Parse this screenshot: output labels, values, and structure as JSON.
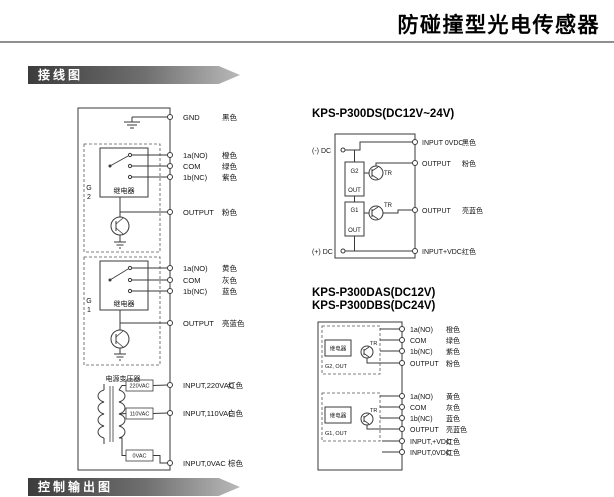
{
  "page": {
    "title": "防碰撞型光电传感器",
    "section_wiring": "接线图",
    "section_control_output": "控制输出图"
  },
  "left_diagram": {
    "relay_label": "继电器",
    "group2": [
      "G",
      "2"
    ],
    "group1": [
      "G",
      "1"
    ],
    "transformer_label": "电源变压器",
    "taps": [
      "220VAC",
      "110VAC",
      "0VAC"
    ],
    "terminals": [
      {
        "name": "GND",
        "color": "黑色"
      },
      {
        "name": "1a(NO)",
        "color": "橙色"
      },
      {
        "name": "COM",
        "color": "绿色"
      },
      {
        "name": "1b(NC)",
        "color": "紫色"
      },
      {
        "name": "OUTPUT",
        "color": "粉色"
      },
      {
        "name": "1a(NO)",
        "color": "黄色"
      },
      {
        "name": "COM",
        "color": "灰色"
      },
      {
        "name": "1b(NC)",
        "color": "蓝色"
      },
      {
        "name": "OUTPUT",
        "color": "亮蓝色"
      },
      {
        "name": "INPUT,220VAC",
        "color": "红色"
      },
      {
        "name": "INPUT,110VAC",
        "color": "白色"
      },
      {
        "name": "INPUT,0VAC",
        "color": "棕色"
      }
    ]
  },
  "right_top": {
    "title": "KPS-P300DS(DC12V~24V)",
    "minus_dc": "(-) DC",
    "plus_dc": "(+) DC",
    "g2_label": "G2",
    "g1_label": "G1",
    "out_label": "OUT",
    "tr_label": "TR",
    "terminals": [
      {
        "name": "INPUT 0VDC",
        "color": "黑色"
      },
      {
        "name": "OUTPUT",
        "color": "粉色"
      },
      {
        "name": "OUTPUT",
        "color": "亮蓝色"
      },
      {
        "name": "INPUT+VDC",
        "color": "红色"
      }
    ]
  },
  "right_bottom": {
    "title_line1": "KPS-P300DAS(DC12V)",
    "title_line2": "KPS-P300DBS(DC24V)",
    "relay_label": "继电器",
    "g2_out": "G2, OUT",
    "g1_out": "G1, OUT",
    "tr_label": "TR",
    "terminals": [
      {
        "name": "1a(NO)",
        "color": "橙色"
      },
      {
        "name": "COM",
        "color": "绿色"
      },
      {
        "name": "1b(NC)",
        "color": "紫色"
      },
      {
        "name": "OUTPUT",
        "color": "粉色"
      },
      {
        "name": "1a(NO)",
        "color": "黄色"
      },
      {
        "name": "COM",
        "color": "灰色"
      },
      {
        "name": "1b(NC)",
        "color": "蓝色"
      },
      {
        "name": "OUTPUT",
        "color": "亮蓝色"
      },
      {
        "name": "INPUT,+VDC",
        "color": "红色"
      },
      {
        "name": "INPUT,0VDC",
        "color": "红色"
      }
    ]
  }
}
